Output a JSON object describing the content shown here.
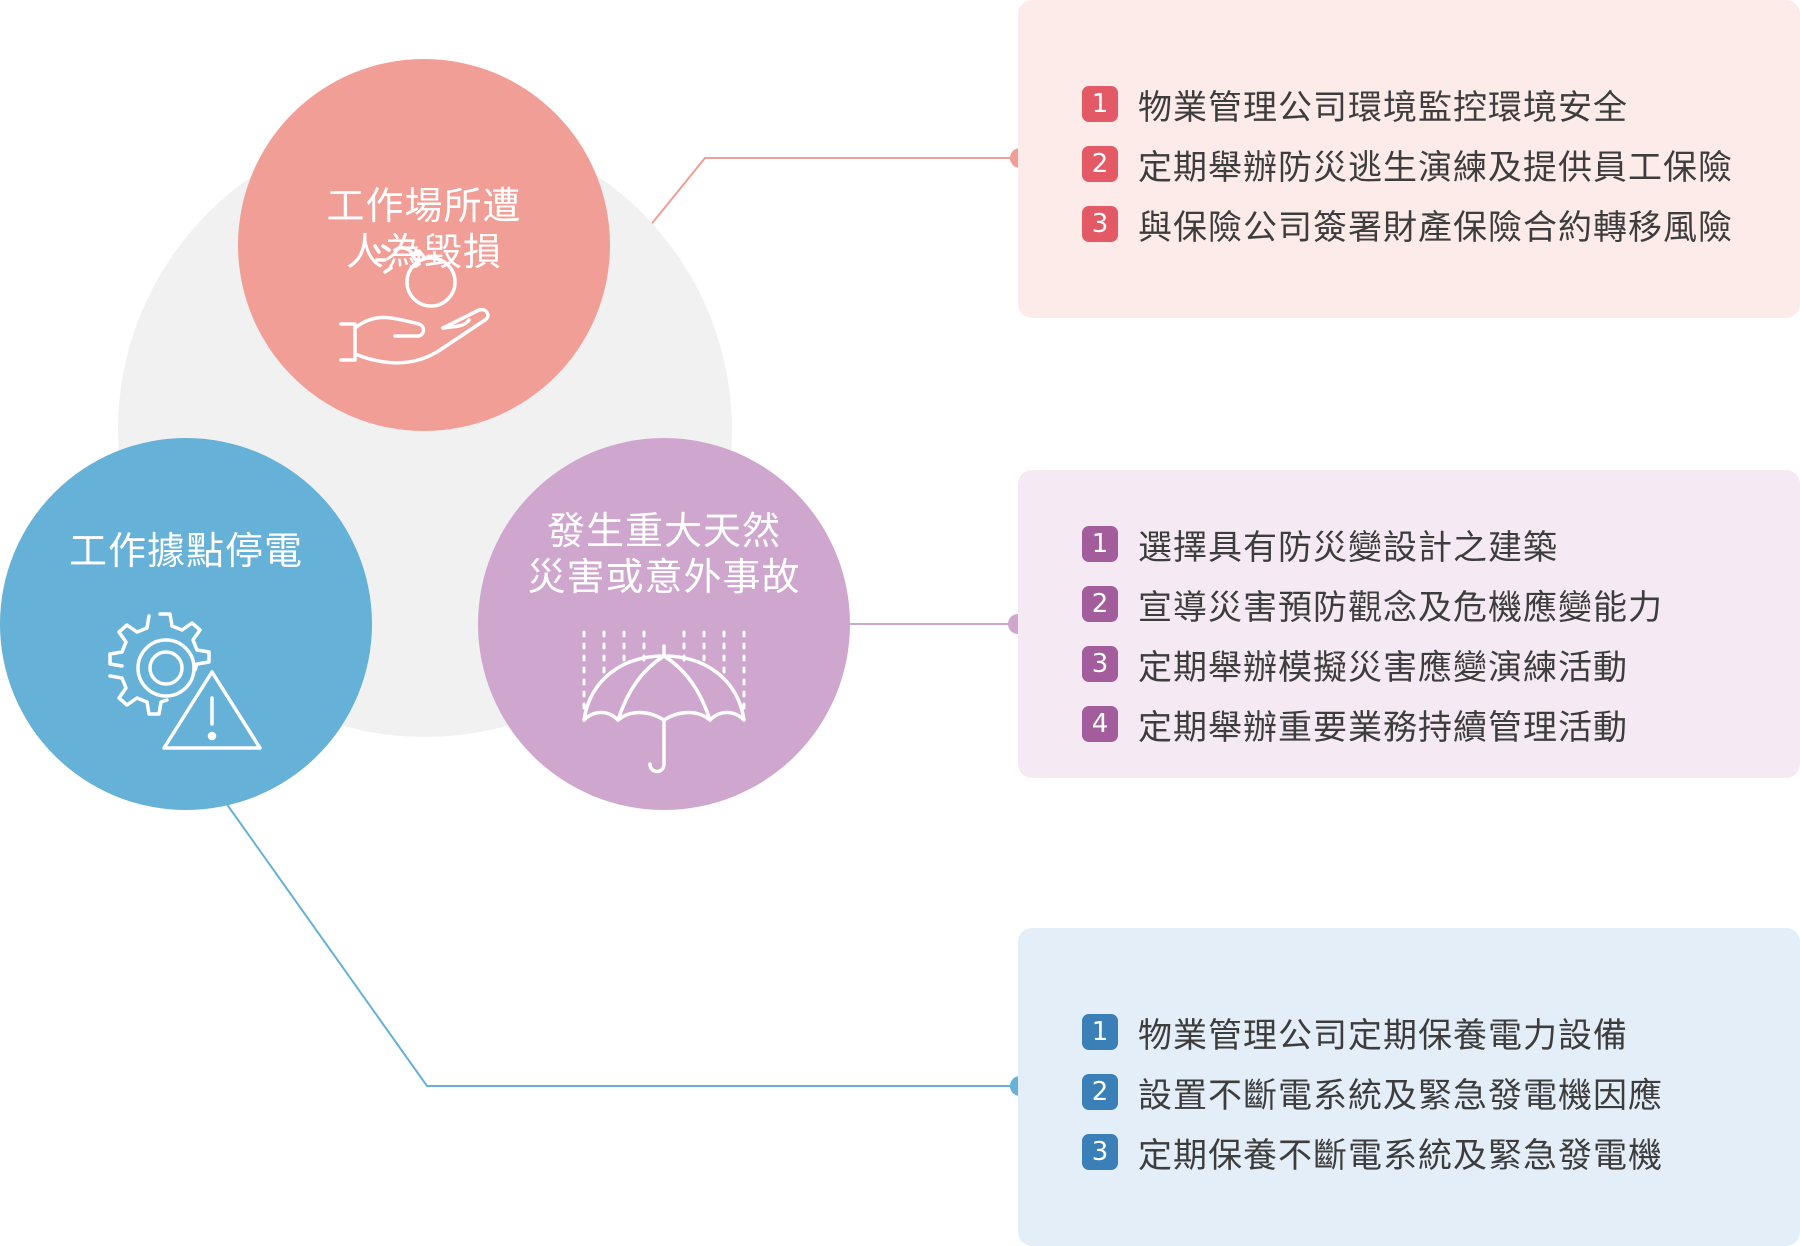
{
  "risks": [
    {
      "key": "damage",
      "title_lines": [
        "工作場所遭",
        "人為毀損"
      ],
      "icon": "bomb-in-hand-icon",
      "color": "#f19e96",
      "measures": [
        {
          "num": "1",
          "text": "物業管理公司環境監控環境安全"
        },
        {
          "num": "2",
          "text": "定期舉辦防災逃生演練及提供員工保險"
        },
        {
          "num": "3",
          "text": "與保險公司簽署財產保險合約轉移風險"
        }
      ]
    },
    {
      "key": "disaster",
      "title_lines": [
        "發生重大天然",
        "災害或意外事故"
      ],
      "icon": "umbrella-rain-icon",
      "color": "#cfa6cd",
      "measures": [
        {
          "num": "1",
          "text": "選擇具有防災變設計之建築"
        },
        {
          "num": "2",
          "text": "宣導災害預防觀念及危機應變能力"
        },
        {
          "num": "3",
          "text": "定期舉辦模擬災害應變演練活動"
        },
        {
          "num": "4",
          "text": "定期舉辦重要業務持續管理活動"
        }
      ]
    },
    {
      "key": "power",
      "title_lines": [
        "工作據點停電"
      ],
      "icon": "gear-warning-icon",
      "color": "#65b1d7",
      "measures": [
        {
          "num": "1",
          "text": "物業管理公司定期保養電力設備"
        },
        {
          "num": "2",
          "text": "設置不斷電系統及緊急發電機因應"
        },
        {
          "num": "3",
          "text": "定期保養不斷電系統及緊急發電機"
        }
      ]
    }
  ],
  "colors": {
    "backdrop": "#f1f1f2",
    "damage_panel": "#fdebea",
    "damage_badge": "#e35a66",
    "disaster_panel": "#f5eaf3",
    "disaster_badge": "#a45d9c",
    "power_panel": "#e4eef8",
    "power_badge": "#3a7fb8"
  }
}
